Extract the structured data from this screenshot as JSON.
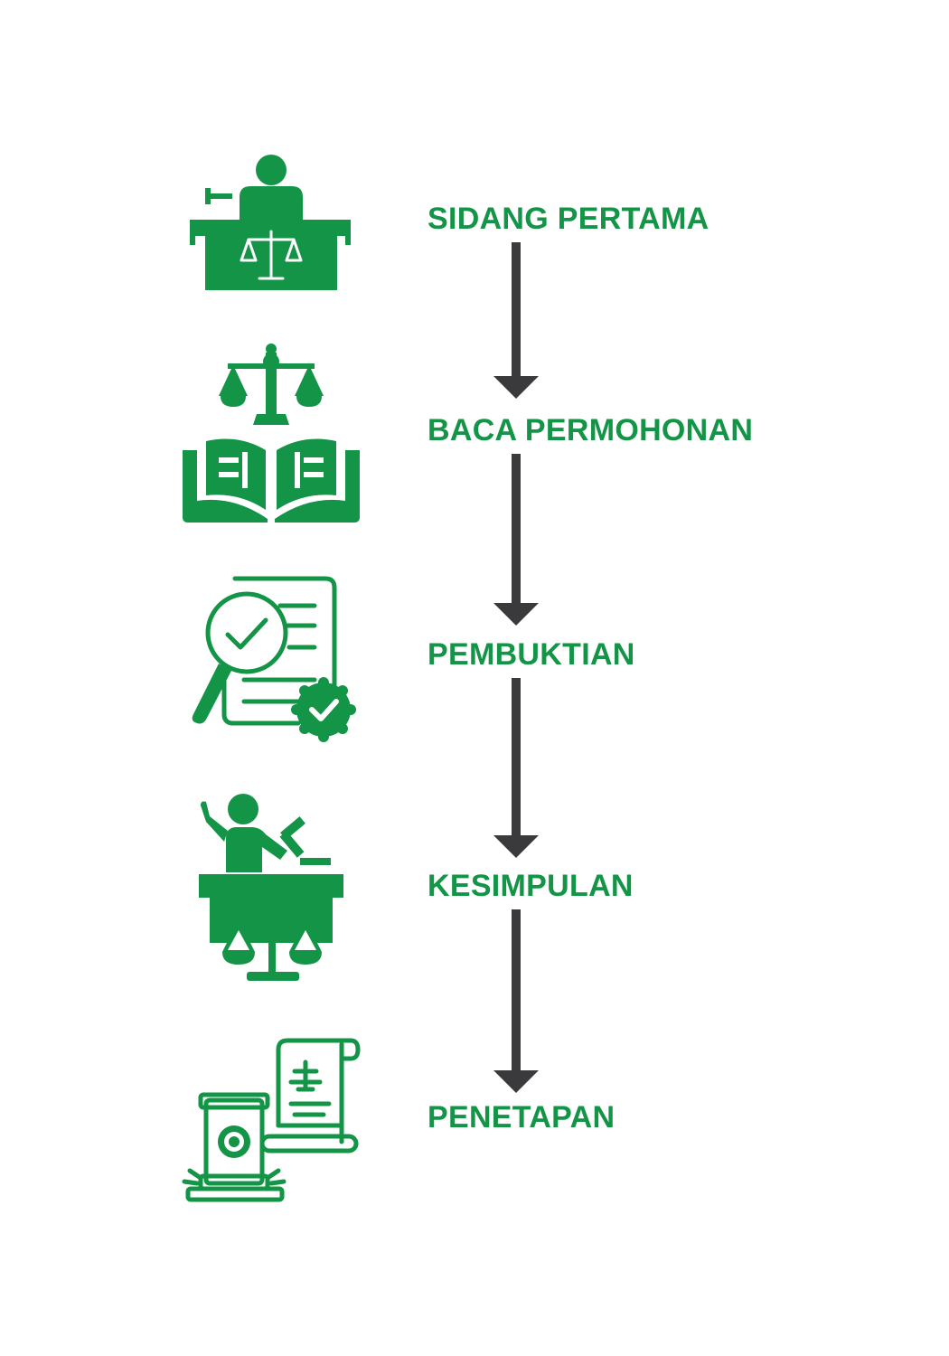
{
  "colors": {
    "accent": "#139447",
    "arrow": "#3a3a3c",
    "background": "#ffffff"
  },
  "steps": [
    {
      "label": "SIDANG PERTAMA",
      "icon": "judge-at-bench-icon"
    },
    {
      "label": "BACA PERMOHONAN",
      "icon": "scales-and-open-book-icon"
    },
    {
      "label": "PEMBUKTIAN",
      "icon": "document-magnifier-check-icon"
    },
    {
      "label": "KESIMPULAN",
      "icon": "judge-with-gavel-icon"
    },
    {
      "label": "PENETAPAN",
      "icon": "gavel-and-decree-scroll-icon"
    }
  ],
  "connectors": [
    {
      "from": "SIDANG PERTAMA",
      "to": "BACA PERMOHONAN"
    },
    {
      "from": "BACA PERMOHONAN",
      "to": "PEMBUKTIAN"
    },
    {
      "from": "PEMBUKTIAN",
      "to": "KESIMPULAN"
    },
    {
      "from": "KESIMPULAN",
      "to": "PENETAPAN"
    }
  ]
}
